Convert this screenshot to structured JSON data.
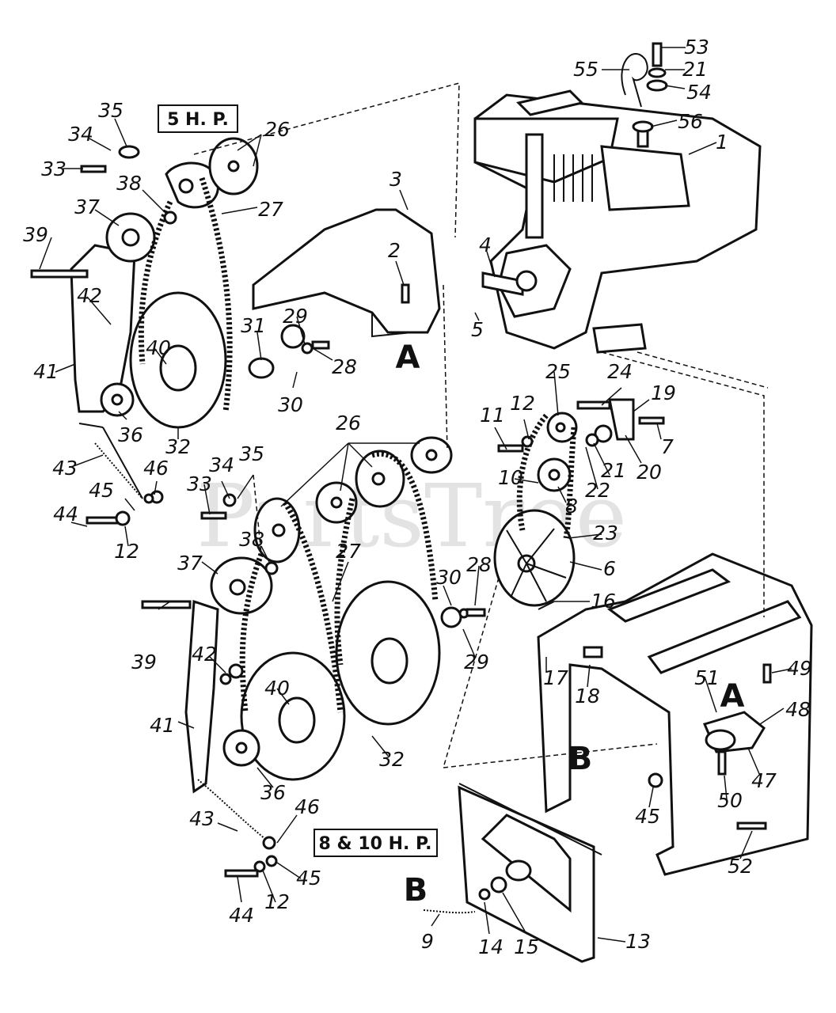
{
  "watermark": "PartsTree",
  "boxes": {
    "hp5": "5 H. P.",
    "hp8_10": "8 & 10 H. P."
  },
  "section_letters": [
    "A",
    "A",
    "B",
    "B"
  ],
  "callouts": [
    "53",
    "55",
    "21",
    "54",
    "56",
    "1",
    "35",
    "26",
    "34",
    "33",
    "38",
    "27",
    "37",
    "3",
    "39",
    "2",
    "4",
    "42",
    "29",
    "31",
    "40",
    "28",
    "5",
    "41",
    "30",
    "25",
    "24",
    "19",
    "12",
    "11",
    "7",
    "36",
    "32",
    "20",
    "26",
    "21",
    "22",
    "35",
    "10",
    "34",
    "8",
    "43",
    "46",
    "33",
    "23",
    "45",
    "38",
    "44",
    "12",
    "27",
    "28",
    "30",
    "37",
    "6",
    "16",
    "39",
    "29",
    "42",
    "17",
    "18",
    "49",
    "40",
    "51",
    "48",
    "41",
    "32",
    "47",
    "36",
    "50",
    "45",
    "43",
    "46",
    "52",
    "45",
    "44",
    "12",
    "13",
    "9",
    "14",
    "15"
  ]
}
